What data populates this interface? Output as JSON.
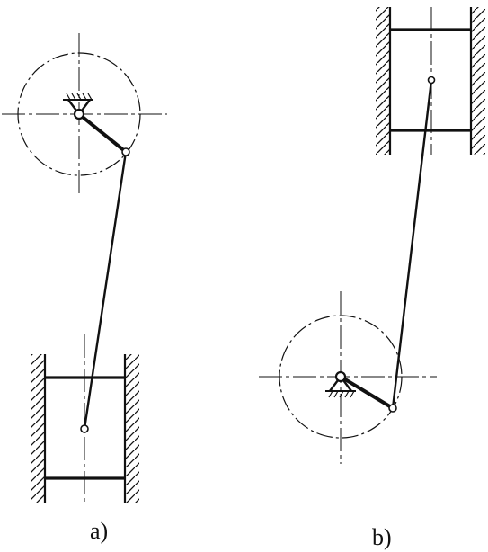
{
  "figure": {
    "background": "#ffffff",
    "ink_color": "#111111",
    "panels": [
      {
        "id": "a",
        "caption": "a)"
      },
      {
        "id": "b",
        "caption": "b)"
      }
    ]
  }
}
